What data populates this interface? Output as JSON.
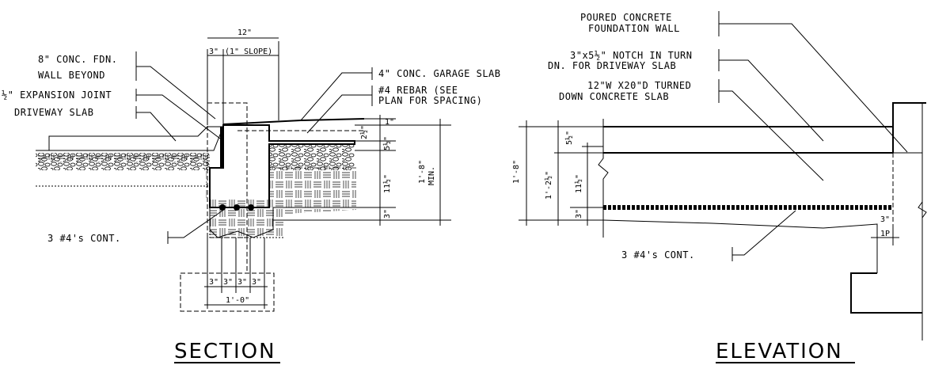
{
  "section": {
    "title": "SECTION",
    "labels": {
      "fdn_wall_1": "8\" CONC. FDN.",
      "fdn_wall_2": "WALL BEYOND",
      "expansion_joint": "½\" EXPANSION JOINT",
      "driveway_slab": "DRIVEWAY SLAB",
      "garage_slab": "4\" CONC. GARAGE SLAB",
      "rebar_1": "#4 REBAR (SEE",
      "rebar_2": "PLAN FOR SPACING)",
      "cont_bars": "3 #4's CONT."
    },
    "dims": {
      "top_12": "12\"",
      "top_3": "3\"",
      "slope": "(1\" SLOPE)",
      "d1": "1\"",
      "d2": "2½\"",
      "d5": "5½\"",
      "d115": "11½\"",
      "d3": "3\"",
      "d18": "1'-8\"",
      "min": "MIN.",
      "b3a": "3\"",
      "b3b": "3\"",
      "b3c": "3\"",
      "b3d": "3\"",
      "b10": "1'-0\""
    }
  },
  "elevation": {
    "title": "ELEVATION",
    "labels": {
      "poured_1": "POURED CONCRETE",
      "poured_2": "FOUNDATION WALL",
      "notch_1": "3\"x5½\" NOTCH IN TURN",
      "notch_2": "DN. FOR DRIVEWAY SLAB",
      "turned_1": "12\"W X20\"D TURNED",
      "turned_2": "DOWN CONCRETE SLAB",
      "cont_bars": "3 #4's CONT."
    },
    "dims": {
      "d18": "1'-8\"",
      "d5": "5½\"",
      "d123": "1'-2½\"",
      "d115": "11½\"",
      "d3": "3\"",
      "r3": "3\"",
      "r1p": "1P"
    }
  }
}
